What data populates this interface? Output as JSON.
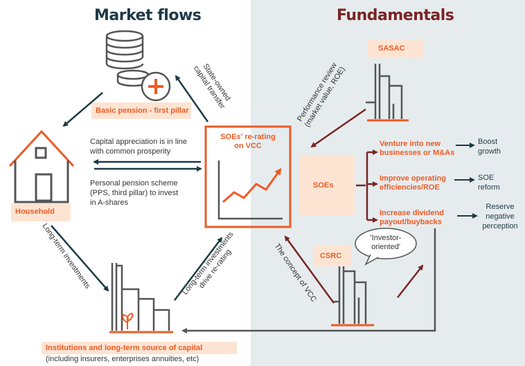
{
  "headings": {
    "market_flows": "Market flows",
    "fundamentals": "Fundamentals"
  },
  "nodes": {
    "basic_pension": "Basic pension - first pillar",
    "household": "Household",
    "soes_rerating_line1": "SOEs' re-rating",
    "soes_rerating_line2": "on VCC",
    "sasac": "SASAC",
    "soes": "SOEs",
    "csrc": "CSRC",
    "institutions_title": "Institutions and long-term source of capital",
    "institutions_sub": "(including insurers, enterprises annuities, etc)"
  },
  "flows": {
    "state_owned_transfer_1": "State-owned",
    "state_owned_transfer_2": "capital transfer",
    "capital_appreciation_1": "Capital appreciation is in line",
    "capital_appreciation_2": "with common prosperity",
    "pension_scheme_1": "Personal pension scheme",
    "pension_scheme_2": "(PPS, third pillar) to invest",
    "pension_scheme_3": "in A-shares",
    "long_term_investments": "Long-term investments",
    "long_term_drive_1": "Long-term investments",
    "long_term_drive_2": "drive re-rating",
    "performance_review_1": "Performance review",
    "performance_review_2": "(market value, ROE)",
    "concept_vcc": "The concept of VCC",
    "investor_oriented_1": "'Investor-",
    "investor_oriented_2": "oriented'"
  },
  "actions": [
    {
      "line1": "Venture into new",
      "line2": "businesses or M&As",
      "result1": "Boost",
      "result2": "growth",
      "result3": ""
    },
    {
      "line1": "Improve operating",
      "line2": "efficiencies/ROE",
      "result1": "SOE",
      "result2": "reform",
      "result3": ""
    },
    {
      "line1": "Increase dividend",
      "line2": "payout/buybacks",
      "result1": "Reserve",
      "result2": "negative",
      "result3": "perception"
    }
  ],
  "colors": {
    "orange": "#ee5a24",
    "dark_teal": "#1e3a46",
    "dark_red": "#7a2424",
    "grey_icon": "#555555",
    "panel": "#e6ecee",
    "box_fill": "#fde4d2"
  },
  "icons": [
    "coins-icon",
    "plus-circle-icon",
    "house-icon",
    "line-chart-icon",
    "building-icon",
    "sprout-icon"
  ]
}
